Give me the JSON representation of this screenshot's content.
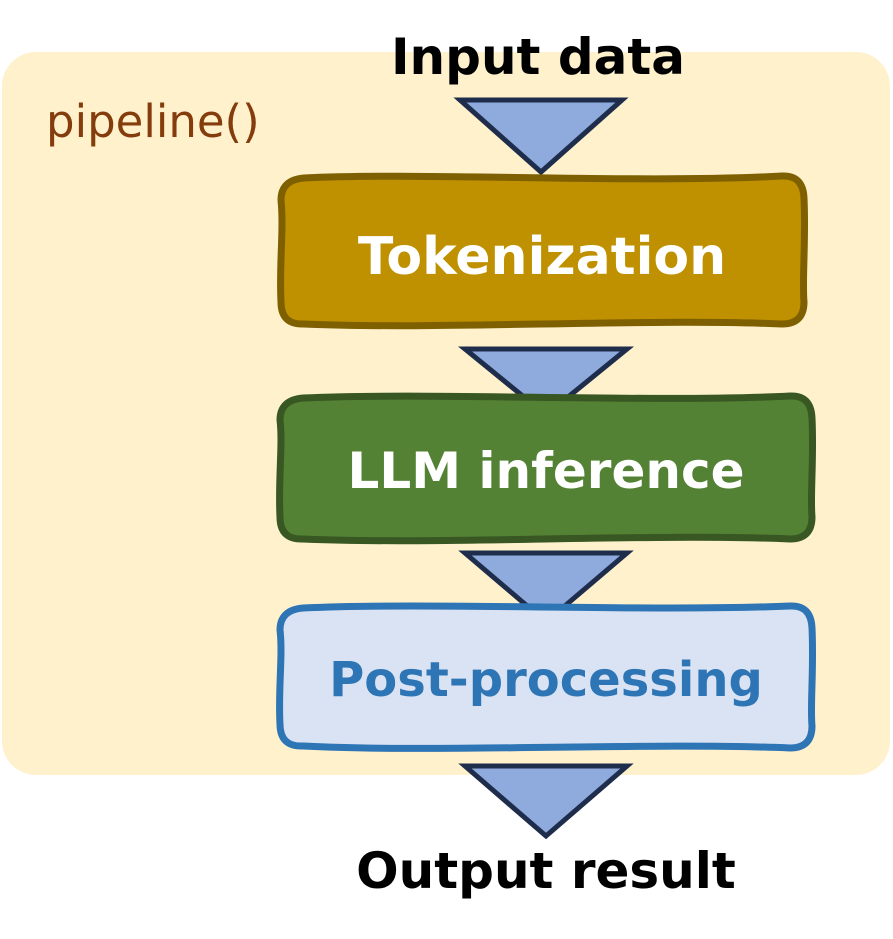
{
  "diagram": {
    "container_label": "pipeline()",
    "input_label": "Input data",
    "output_label": "Output result",
    "steps": [
      {
        "label": "Tokenization"
      },
      {
        "label": "LLM inference"
      },
      {
        "label": "Post-processing"
      }
    ]
  },
  "colors": {
    "container_fill": "#fff1cc",
    "container_label": "#843c0c",
    "arrow_fill": "#8faadc",
    "arrow_stroke": "#1f2d4d",
    "tokenization_fill": "#bf9000",
    "tokenization_stroke": "#7f6000",
    "inference_fill": "#548235",
    "inference_stroke": "#385723",
    "postprocessing_fill": "#dae3f3",
    "postprocessing_stroke": "#2e75b6",
    "postprocessing_text": "#2e75b6",
    "dark_text": "#000000",
    "light_text": "#ffffff"
  }
}
